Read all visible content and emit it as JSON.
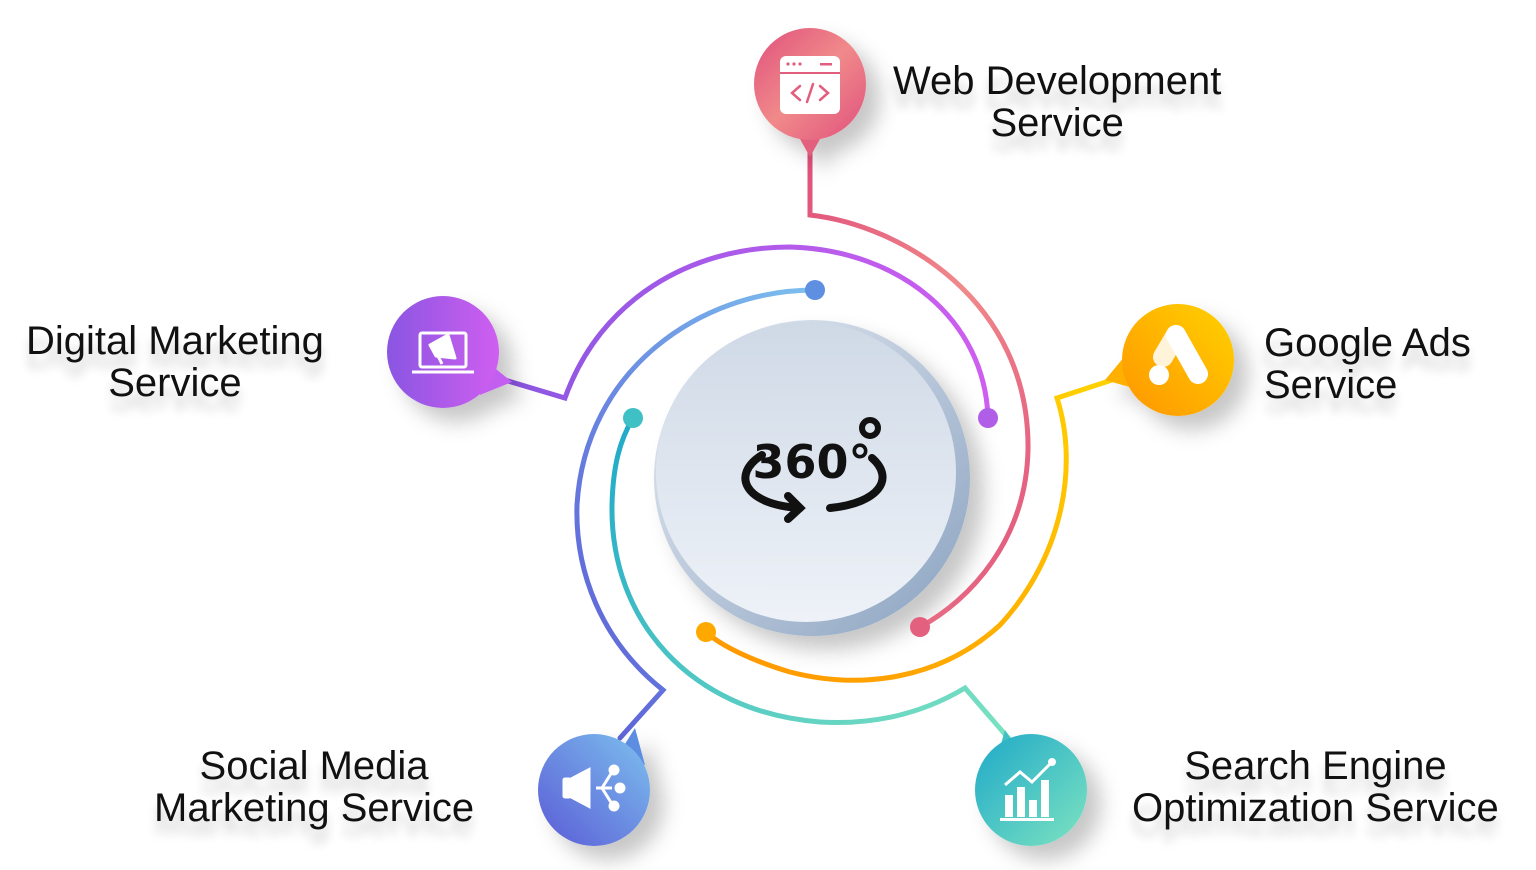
{
  "center": {
    "icon": "360-rotate-icon",
    "text": "360°"
  },
  "services": [
    {
      "id": "web",
      "line1": "Web Development",
      "line2": "Service",
      "icon": "code-window-icon",
      "colors": [
        "#e0507c",
        "#f08a8a"
      ]
    },
    {
      "id": "google",
      "line1": "Google Ads",
      "line2": "Service",
      "icon": "google-ads-icon",
      "colors": [
        "#ff9a00",
        "#ffd200"
      ]
    },
    {
      "id": "seo",
      "line1": "Search Engine",
      "line2": "Optimization Service",
      "icon": "bar-chart-growth-icon",
      "colors": [
        "#1fa9c9",
        "#7de3c0"
      ]
    },
    {
      "id": "social",
      "line1": "Social Media",
      "line2": "Marketing Service",
      "icon": "megaphone-share-icon",
      "colors": [
        "#5b5bd6",
        "#53a8e8"
      ]
    },
    {
      "id": "digital",
      "line1": "Digital Marketing",
      "line2": "Service",
      "icon": "laptop-megaphone-icon",
      "colors": [
        "#8a56e2",
        "#c35ef0"
      ]
    }
  ]
}
